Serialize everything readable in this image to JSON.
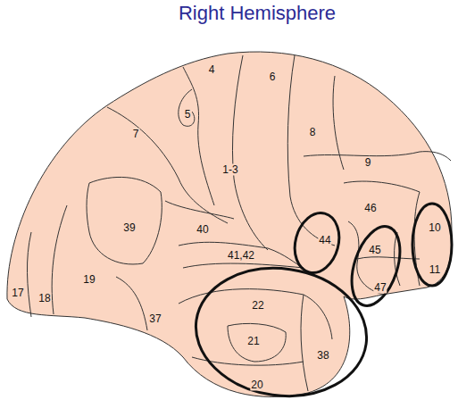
{
  "diagram": {
    "title": "Right Hemisphere",
    "labels": [
      "4",
      "6",
      "5",
      "8",
      "9",
      "7",
      "1-3",
      "46",
      "39",
      "40",
      "44",
      "45",
      "10",
      "41,42",
      "19",
      "17",
      "18",
      "22",
      "47",
      "11",
      "37",
      "21",
      "38",
      "20"
    ]
  }
}
